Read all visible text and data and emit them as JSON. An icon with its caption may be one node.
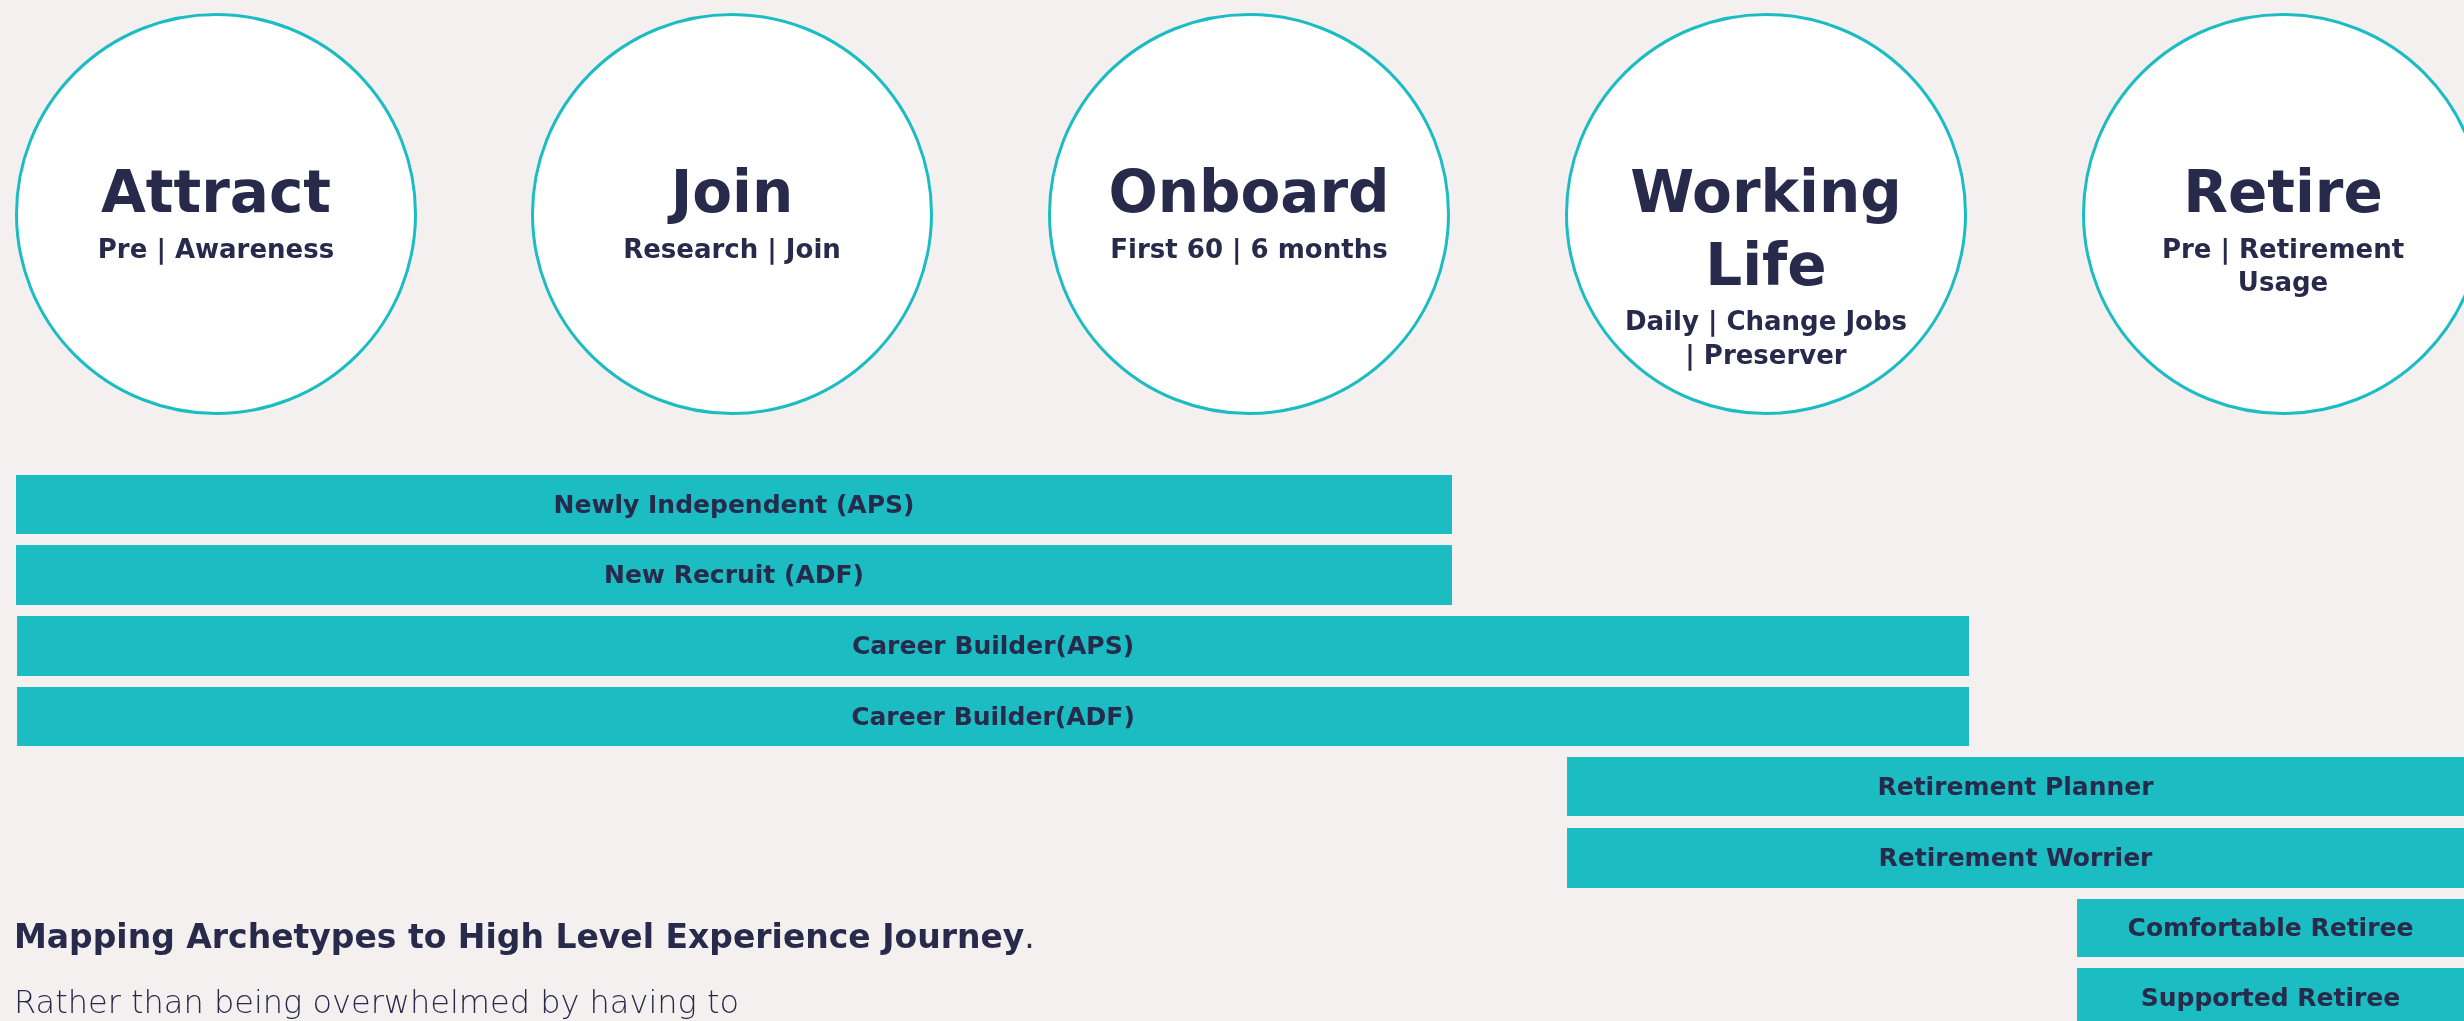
{
  "diagram": {
    "nodes": [
      {
        "text": [
          "Attract",
          "Pre | Awareness"
        ]
      },
      {
        "text": [
          "Join",
          "Research | Join"
        ]
      },
      {
        "text": [
          "Onboard",
          "First 60 | 6 months"
        ]
      },
      {
        "text": [
          "Working Life",
          "Daily | Change Jobs | Preserver"
        ]
      },
      {
        "text": [
          "Retire",
          "Pre | Retirement Usage"
        ]
      },
      {
        "text": [
          "Newly Independent (APS)"
        ]
      },
      {
        "text": [
          "New Recruit (ADF)"
        ]
      },
      {
        "text": [
          "Career Builder(APS)"
        ]
      },
      {
        "text": [
          "Career Builder(ADF)"
        ]
      },
      {
        "text": [
          "Retirement Planner"
        ]
      },
      {
        "text": [
          "Retirement Worrier"
        ]
      },
      {
        "text": [
          "Comfortable Retiree"
        ]
      },
      {
        "text": [
          "Supported Retiree"
        ]
      }
    ],
    "labels": [
      "**Mapping Archetypes to High Level Experience Journey**.",
      "Rather than being overwhelmed by having to"
    ]
  }
}
